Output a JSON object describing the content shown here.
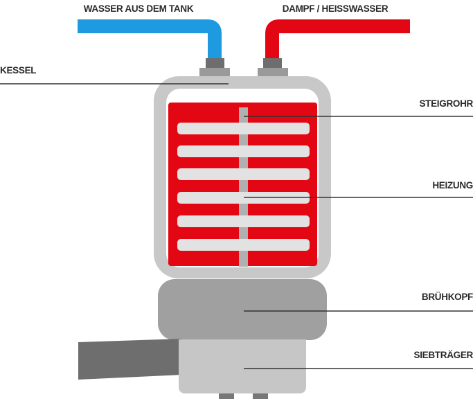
{
  "title_left": "WASSER AUS DEM TANK",
  "title_right": "DAMPF / HEISSWASSER",
  "labels": {
    "kessel": "KESSEL",
    "steigrohr": "STEIGROHR",
    "heizung": "HEIZUNG",
    "bruehkopf": "BRÜHKOPF",
    "siebtraeger": "SIEBTRÄGER"
  },
  "colors": {
    "cold_water": "#1e9be0",
    "hot_water": "#e30613",
    "boiler": "#c8c8c8",
    "group_head": "#a0a0a0",
    "portafilter": "#c6c6c6",
    "handle": "#6e6e6e"
  }
}
